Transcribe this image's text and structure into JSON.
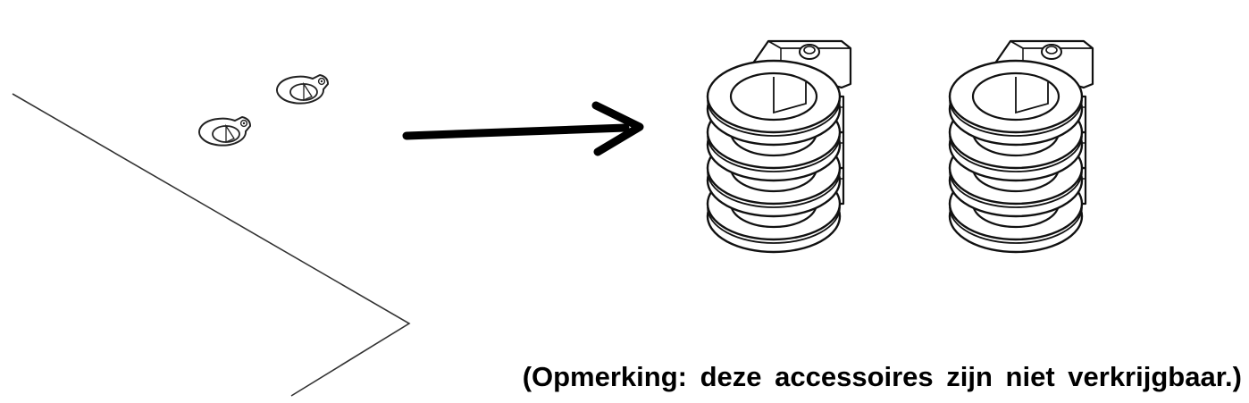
{
  "note": "(Opmerking: deze accessoires zijn niet verkrijgbaar.)",
  "icons": {
    "surface": "panel-surface",
    "holes": "mounting-hole",
    "arrow": "right-arrow",
    "accessory": "stacked-spacer"
  },
  "colors": {
    "line": "#000000",
    "fill": "#ffffff"
  }
}
